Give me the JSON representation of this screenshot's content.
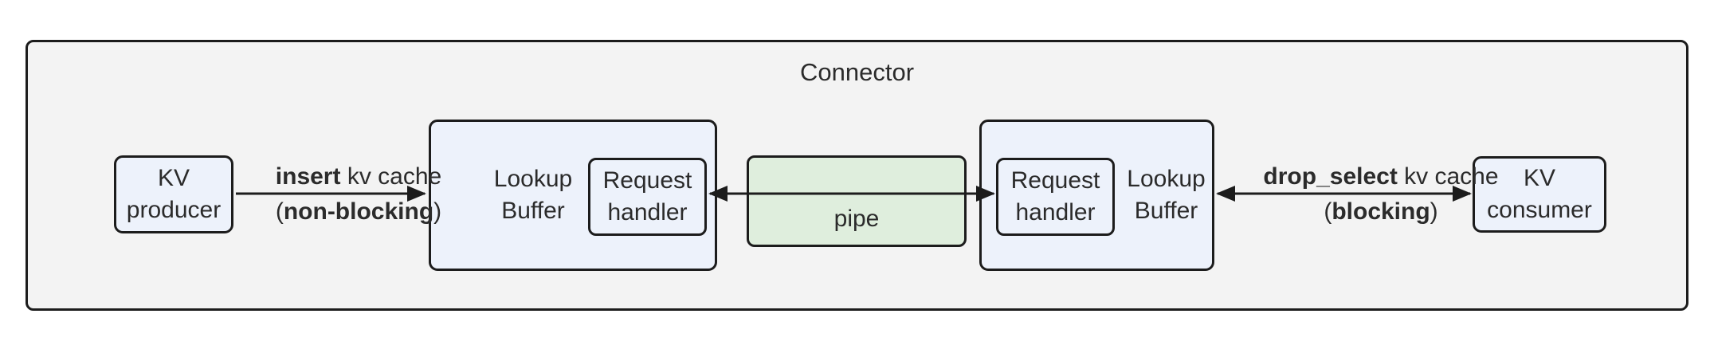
{
  "title": "Connector",
  "colors": {
    "canvas_bg": "#ffffff",
    "container_fill": "#f3f3f3",
    "node_fill": "#edf2fb",
    "pipe_fill": "#dfeedd",
    "stroke": "#1c1c1c",
    "text": "#2b2b2b"
  },
  "nodes": {
    "kv_producer": {
      "line1": "KV",
      "line2": "producer"
    },
    "lookup_buffer_left": {
      "line1": "Lookup",
      "line2": "Buffer"
    },
    "request_handler_left": {
      "line1": "Request",
      "line2": "handler"
    },
    "pipe": {
      "label": "pipe"
    },
    "request_handler_right": {
      "line1": "Request",
      "line2": "handler"
    },
    "lookup_buffer_right": {
      "line1": "Lookup",
      "line2": "Buffer"
    },
    "kv_consumer": {
      "line1": "KV",
      "line2": "consumer"
    }
  },
  "edges": {
    "insert": {
      "op": "insert",
      "rest": " kv cache",
      "mode_open": "(",
      "mode": "non-blocking",
      "mode_close": ")"
    },
    "drop_select": {
      "op": "drop_select",
      "rest": " kv cache",
      "mode_open": "(",
      "mode": "blocking",
      "mode_close": ")"
    }
  }
}
